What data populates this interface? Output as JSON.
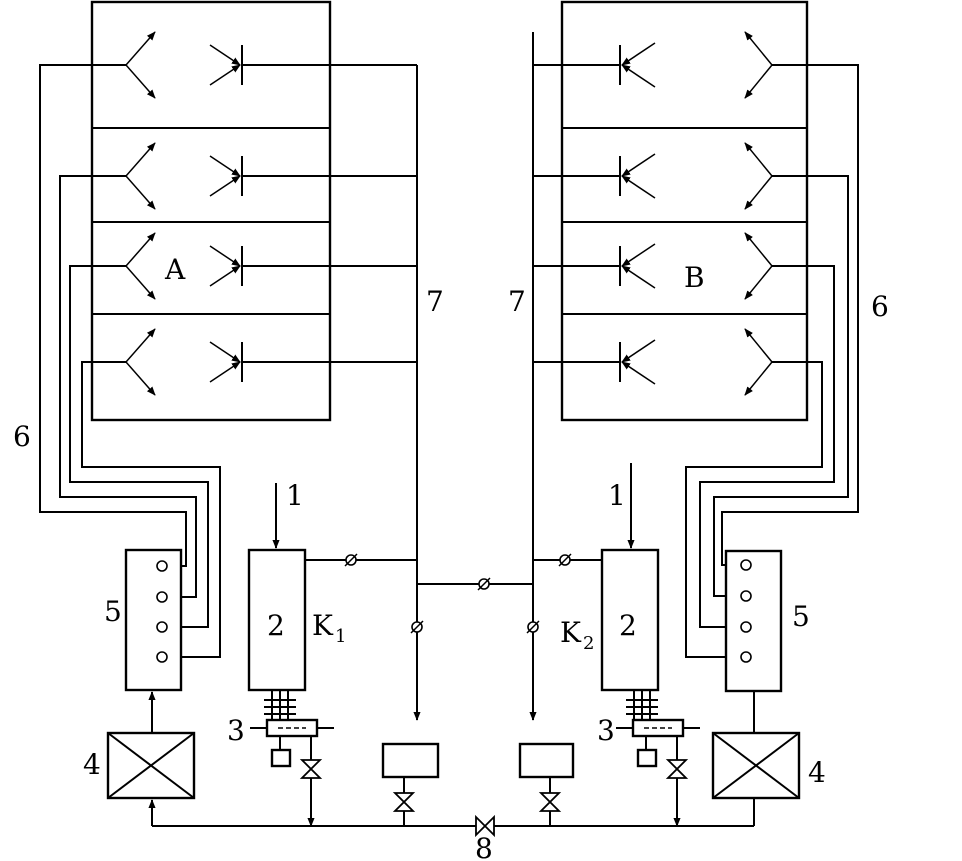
{
  "labels": {
    "bank_left": "A",
    "bank_right": "B",
    "feed_left": "1",
    "feed_right": "1",
    "column_left": "2",
    "column_right": "2",
    "k_left": "K",
    "k_left_sub": "1",
    "k_right": "K",
    "k_right_sub": "2",
    "unit3_left": "3",
    "unit3_right": "3",
    "unit4_left": "4",
    "unit4_right": "4",
    "unit5_left": "5",
    "unit5_right": "5",
    "line6_left": "6",
    "line6_right": "6",
    "line7_left": "7",
    "line7_right": "7",
    "valve8": "8"
  },
  "colors": {
    "stroke": "#000000",
    "background": "#ffffff"
  }
}
